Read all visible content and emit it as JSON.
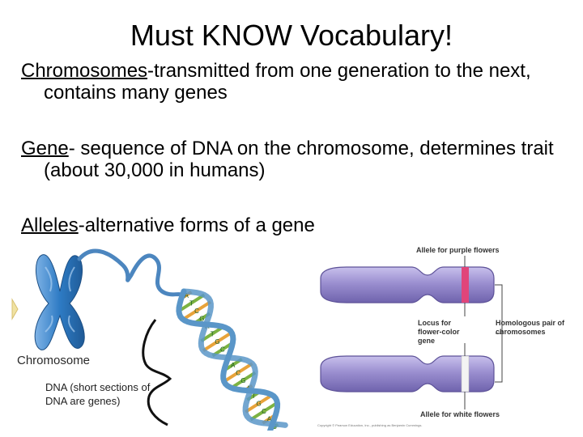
{
  "slide": {
    "title": "Must KNOW Vocabulary!",
    "definitions": [
      {
        "term": "Chromosomes",
        "text": "-transmitted from one generation to the next, contains many genes"
      },
      {
        "term": "Gene",
        "text": "- sequence of DNA on the chromosome, determines trait (about 30,000 in humans)"
      },
      {
        "term": "Alleles",
        "text": "-alternative forms of a gene"
      }
    ]
  },
  "figure_left": {
    "chromosome_label": "Chromosome",
    "dna_label": "DNA (short sections of DNA are genes)",
    "base_letters": [
      "A",
      "T",
      "C",
      "G",
      "A",
      "T",
      "G",
      "C",
      "T",
      "A",
      "C",
      "G",
      "A",
      "T",
      "G",
      "C",
      "A",
      "G"
    ],
    "colors": {
      "chromosome": "#2e7bc4",
      "helix": "#5a96c8",
      "rung_orange": "#e8a33a",
      "rung_green": "#7cb342",
      "letter": "#1b5e20"
    }
  },
  "figure_right": {
    "label_top": "Allele for purple flowers",
    "label_locus": "Locus for flower-color gene",
    "label_homologous": "Homologous pair of chromosomes",
    "label_bottom": "Allele for white flowers",
    "copyright": "Copyright © Pearson Education, Inc., publishing as Benjamin Cummings.",
    "colors": {
      "chromosome": "#9b8fd0",
      "band_purple": "#e0457a",
      "band_white": "#f3f3f3"
    }
  }
}
